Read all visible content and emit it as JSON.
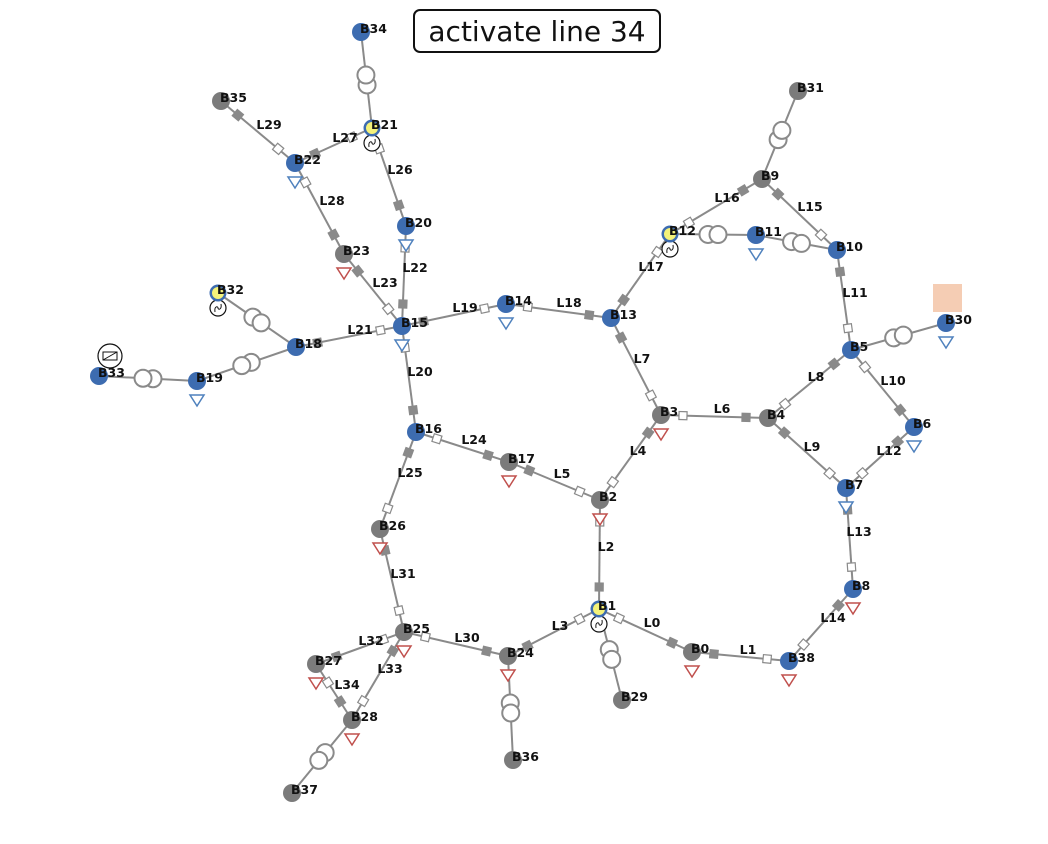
{
  "title": "activate line 34",
  "colors": {
    "line": "#8a8a8a",
    "bus_blue": "#3d6cb0",
    "bus_grey": "#7b7b7b",
    "generator": "#f4f27a",
    "load_red": "#c0504d",
    "load_blue": "#4f81bd",
    "highlight": "#f5cdb4"
  },
  "buses": [
    {
      "id": "B0",
      "color": "grey"
    },
    {
      "id": "B1",
      "color": "gen"
    },
    {
      "id": "B2",
      "color": "grey"
    },
    {
      "id": "B3",
      "color": "grey"
    },
    {
      "id": "B4",
      "color": "grey"
    },
    {
      "id": "B5",
      "color": "blue"
    },
    {
      "id": "B6",
      "color": "blue"
    },
    {
      "id": "B7",
      "color": "blue"
    },
    {
      "id": "B8",
      "color": "blue"
    },
    {
      "id": "B9",
      "color": "grey"
    },
    {
      "id": "B10",
      "color": "blue"
    },
    {
      "id": "B11",
      "color": "blue"
    },
    {
      "id": "B12",
      "color": "gen"
    },
    {
      "id": "B13",
      "color": "blue"
    },
    {
      "id": "B14",
      "color": "blue"
    },
    {
      "id": "B15",
      "color": "blue"
    },
    {
      "id": "B16",
      "color": "blue"
    },
    {
      "id": "B17",
      "color": "grey"
    },
    {
      "id": "B18",
      "color": "blue"
    },
    {
      "id": "B19",
      "color": "blue"
    },
    {
      "id": "B20",
      "color": "blue"
    },
    {
      "id": "B21",
      "color": "gen"
    },
    {
      "id": "B22",
      "color": "blue"
    },
    {
      "id": "B23",
      "color": "grey"
    },
    {
      "id": "B24",
      "color": "grey"
    },
    {
      "id": "B25",
      "color": "grey"
    },
    {
      "id": "B26",
      "color": "grey"
    },
    {
      "id": "B27",
      "color": "grey"
    },
    {
      "id": "B28",
      "color": "grey"
    },
    {
      "id": "B29",
      "color": "grey"
    },
    {
      "id": "B30",
      "color": "blue"
    },
    {
      "id": "B31",
      "color": "grey"
    },
    {
      "id": "B32",
      "color": "gen"
    },
    {
      "id": "B33",
      "color": "blue"
    },
    {
      "id": "B34",
      "color": "blue"
    },
    {
      "id": "B35",
      "color": "grey"
    },
    {
      "id": "B36",
      "color": "grey"
    },
    {
      "id": "B37",
      "color": "grey"
    },
    {
      "id": "B38",
      "color": "blue"
    }
  ],
  "lines": [
    {
      "id": "L0",
      "from": "B1",
      "to": "B0"
    },
    {
      "id": "L1",
      "from": "B0",
      "to": "B38"
    },
    {
      "id": "L2",
      "from": "B2",
      "to": "B1"
    },
    {
      "id": "L3",
      "from": "B24",
      "to": "B1"
    },
    {
      "id": "L4",
      "from": "B2",
      "to": "B3"
    },
    {
      "id": "L5",
      "from": "B17",
      "to": "B2"
    },
    {
      "id": "L6",
      "from": "B3",
      "to": "B4"
    },
    {
      "id": "L7",
      "from": "B13",
      "to": "B3"
    },
    {
      "id": "L8",
      "from": "B4",
      "to": "B5"
    },
    {
      "id": "L9",
      "from": "B4",
      "to": "B7"
    },
    {
      "id": "L10",
      "from": "B5",
      "to": "B6"
    },
    {
      "id": "L11",
      "from": "B10",
      "to": "B5"
    },
    {
      "id": "L12",
      "from": "B7",
      "to": "B6"
    },
    {
      "id": "L13",
      "from": "B7",
      "to": "B8"
    },
    {
      "id": "L14",
      "from": "B38",
      "to": "B8"
    },
    {
      "id": "L15",
      "from": "B9",
      "to": "B10"
    },
    {
      "id": "L16",
      "from": "B12",
      "to": "B9"
    },
    {
      "id": "L17",
      "from": "B13",
      "to": "B12"
    },
    {
      "id": "L18",
      "from": "B14",
      "to": "B13"
    },
    {
      "id": "L19",
      "from": "B15",
      "to": "B14"
    },
    {
      "id": "L20",
      "from": "B15",
      "to": "B16"
    },
    {
      "id": "L21",
      "from": "B18",
      "to": "B15"
    },
    {
      "id": "L22",
      "from": "B20",
      "to": "B15"
    },
    {
      "id": "L23",
      "from": "B23",
      "to": "B15"
    },
    {
      "id": "L24",
      "from": "B16",
      "to": "B17"
    },
    {
      "id": "L25",
      "from": "B16",
      "to": "B26"
    },
    {
      "id": "L26",
      "from": "B21",
      "to": "B20"
    },
    {
      "id": "L27",
      "from": "B22",
      "to": "B21"
    },
    {
      "id": "L28",
      "from": "B22",
      "to": "B23"
    },
    {
      "id": "L29",
      "from": "B35",
      "to": "B22"
    },
    {
      "id": "L30",
      "from": "B25",
      "to": "B24"
    },
    {
      "id": "L31",
      "from": "B26",
      "to": "B25"
    },
    {
      "id": "L32",
      "from": "B25",
      "to": "B27"
    },
    {
      "id": "L33",
      "from": "B25",
      "to": "B28"
    },
    {
      "id": "L34",
      "from": "B27",
      "to": "B28"
    }
  ],
  "transformers": [
    {
      "from": "B21",
      "to": "B34"
    },
    {
      "from": "B9",
      "to": "B31"
    },
    {
      "from": "B12",
      "to": "B11"
    },
    {
      "from": "B11",
      "to": "B10"
    },
    {
      "from": "B5",
      "to": "B30"
    },
    {
      "from": "B32",
      "to": "B18"
    },
    {
      "from": "B18",
      "to": "B19"
    },
    {
      "from": "B19",
      "to": "B33"
    },
    {
      "from": "B1",
      "to": "B29"
    },
    {
      "from": "B24",
      "to": "B36"
    },
    {
      "from": "B28",
      "to": "B37"
    }
  ],
  "loads": [
    {
      "bus": "B22",
      "color": "blue"
    },
    {
      "bus": "B20",
      "color": "blue"
    },
    {
      "bus": "B23",
      "color": "red"
    },
    {
      "bus": "B15",
      "color": "blue"
    },
    {
      "bus": "B14",
      "color": "blue"
    },
    {
      "bus": "B19",
      "color": "blue"
    },
    {
      "bus": "B11",
      "color": "blue"
    },
    {
      "bus": "B30",
      "color": "blue"
    },
    {
      "bus": "B6",
      "color": "blue"
    },
    {
      "bus": "B7",
      "color": "blue"
    },
    {
      "bus": "B3",
      "color": "red"
    },
    {
      "bus": "B17",
      "color": "red"
    },
    {
      "bus": "B2",
      "color": "red"
    },
    {
      "bus": "B26",
      "color": "red"
    },
    {
      "bus": "B25",
      "color": "red"
    },
    {
      "bus": "B24",
      "color": "red"
    },
    {
      "bus": "B27",
      "color": "red"
    },
    {
      "bus": "B28",
      "color": "red"
    },
    {
      "bus": "B0",
      "color": "red"
    },
    {
      "bus": "B38",
      "color": "red"
    },
    {
      "bus": "B8",
      "color": "red"
    }
  ],
  "generators": [
    "B21",
    "B12",
    "B32",
    "B1"
  ],
  "storage": [
    "B33"
  ],
  "highlight_bus": "B30"
}
